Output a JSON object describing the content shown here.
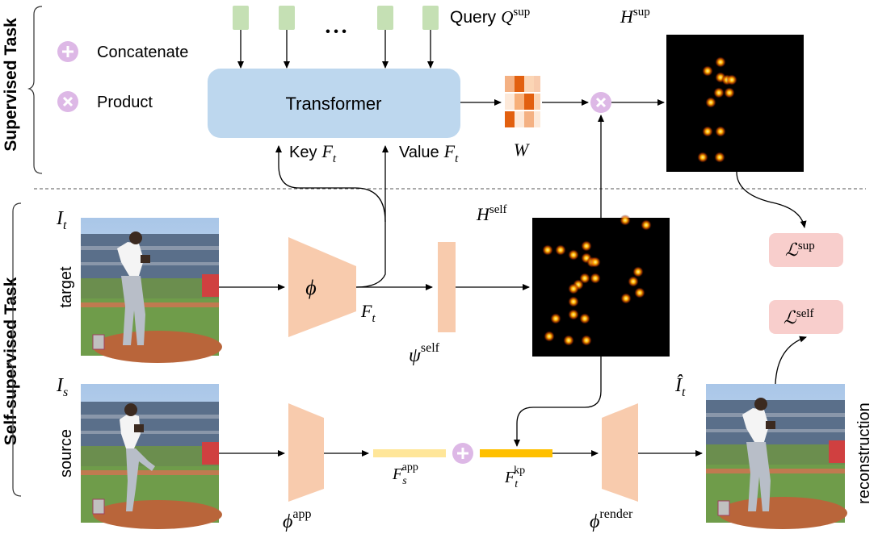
{
  "sections": {
    "supervised": "Supervised Task",
    "self_supervised": "Self-supervised Task"
  },
  "legend": {
    "concatenate": "Concatenate",
    "product": "Product"
  },
  "transformer": {
    "label": "Transformer",
    "query_prefix": "Query",
    "query_symbol": "Q",
    "query_sup": "sup",
    "ellipsis": "• • •",
    "key_prefix": "Key",
    "value_prefix": "Value",
    "ft_symbol": "F",
    "ft_sub": "t"
  },
  "weights": {
    "symbol": "W"
  },
  "heatmaps": {
    "sup_symbol": "H",
    "sup_sup": "sup",
    "self_symbol": "H",
    "self_sup": "self"
  },
  "losses": {
    "sup_symbol": "ℒ",
    "sup_sup": "sup",
    "self_symbol": "ℒ",
    "self_sup": "self"
  },
  "images": {
    "target_symbol": "I",
    "target_sub": "t",
    "target_label": "target",
    "source_symbol": "I",
    "source_sub": "s",
    "source_label": "source",
    "recon_symbol": "Î",
    "recon_sub": "t",
    "recon_label": "reconstruction"
  },
  "networks": {
    "phi": "ϕ",
    "phi_app_sup": "app",
    "phi_render_sup": "render",
    "psi": "ψ",
    "psi_sup": "self"
  },
  "features": {
    "fs_symbol": "F",
    "fs_sub": "s",
    "fs_sup": "app",
    "ftkp_symbol": "F",
    "ftkp_sub": "t",
    "ftkp_sup": "kp",
    "ft_symbol": "F",
    "ft_sub": "t"
  },
  "colors": {
    "transformer_fill": "#bdd7ee",
    "query_fill": "#c5e0b4",
    "encoder_fill": "#f8cbad",
    "loss_fill": "#f8cecc",
    "operator_fill": "#ddb8e6",
    "feature_app": "#ffe699",
    "feature_kp": "#ffc000",
    "heatmap_bg": "#000000",
    "keypoint": "#ff8c00"
  }
}
